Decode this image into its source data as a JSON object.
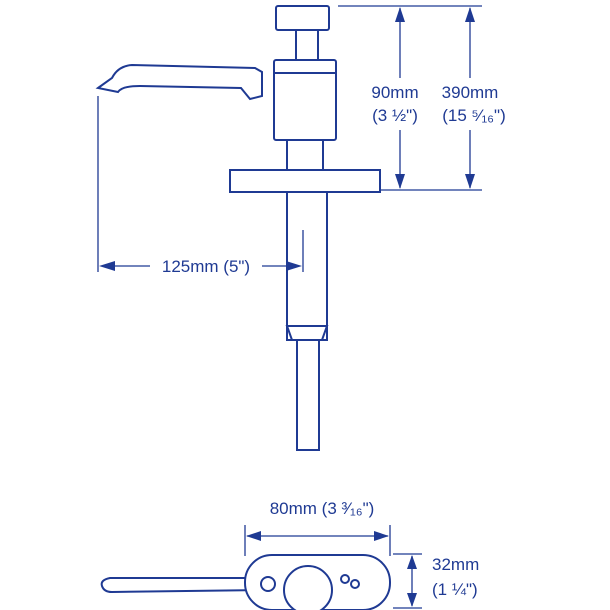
{
  "dimensions": {
    "pump_height": {
      "metric": "90mm",
      "imperial": "(3 ½\")"
    },
    "total_height": {
      "metric": "390mm",
      "imperial": "(15 ⁵⁄₁₆\")"
    },
    "spout_reach": {
      "label": "125mm (5\")"
    },
    "plate_length": {
      "label": "80mm (3 ³⁄₁₆\")"
    },
    "plate_width": {
      "metric": "32mm",
      "imperial": "(1 ¼\")"
    }
  },
  "colors": {
    "stroke": "#1f3a93",
    "background": "#ffffff"
  }
}
